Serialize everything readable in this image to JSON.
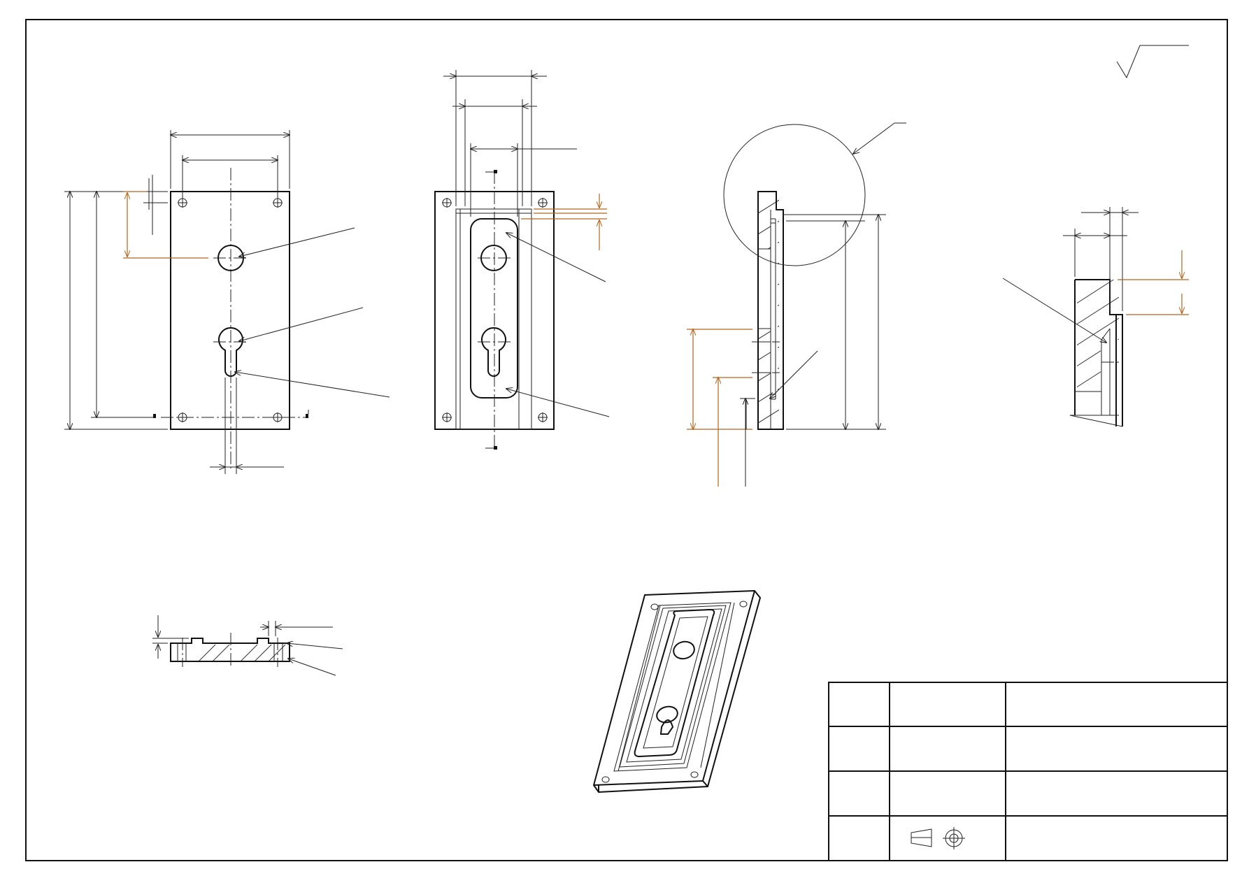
{
  "sheet": {
    "title_block": {
      "rows": 4,
      "cols": 3,
      "projection_symbol": "first-angle-projection-icon"
    },
    "surface_finish_symbol": "surface-roughness-icon"
  },
  "colors": {
    "line": "#111111",
    "dimension_highlight": "#b5651d",
    "background": "#ffffff"
  },
  "views": [
    "front-view",
    "section-view",
    "side-section-view",
    "detail-view",
    "bottom-section-view",
    "isometric-view"
  ]
}
